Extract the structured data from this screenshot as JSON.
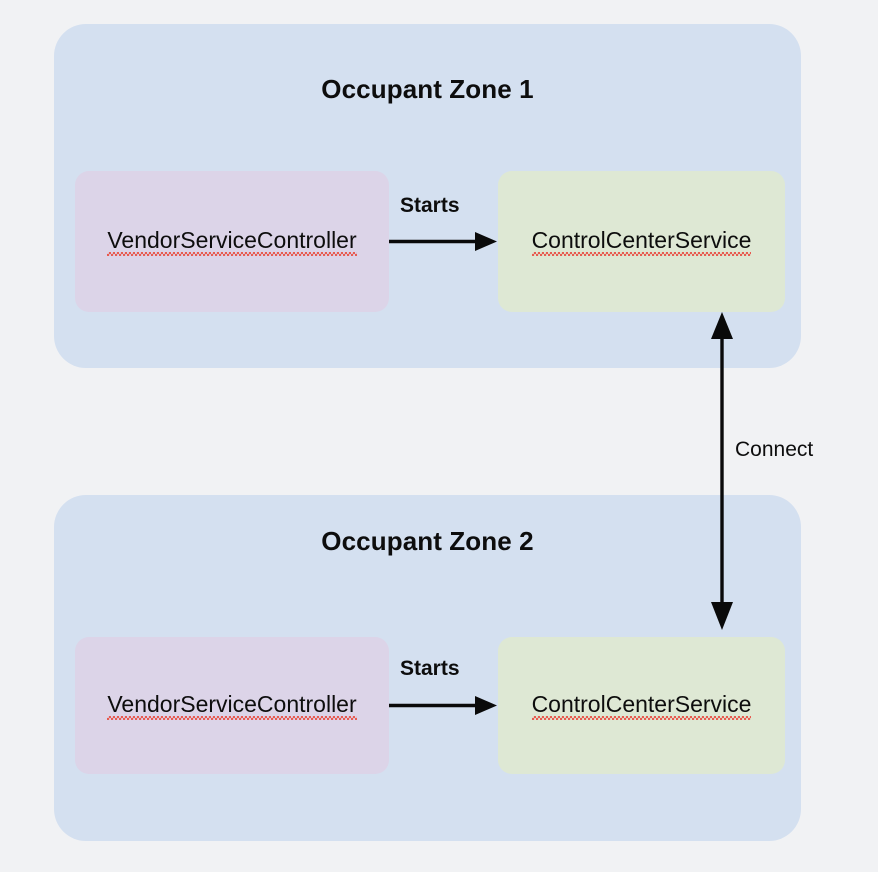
{
  "diagram": {
    "title_present": false,
    "background_color": "#f1f2f4",
    "zones": [
      {
        "name": "zone-1",
        "title": "Occupant Zone 1",
        "fill": "#d4e0f0",
        "nodes": [
          {
            "id": "vendor-service-controller-1",
            "label": "VendorServiceController",
            "fill": "#dcd4e8",
            "spellcheck_underline": true
          },
          {
            "id": "control-center-service-1",
            "label": "ControlCenterService",
            "fill": "#dee8d4",
            "spellcheck_underline": true
          }
        ],
        "edge_label": "Starts"
      },
      {
        "name": "zone-2",
        "title": "Occupant Zone 2",
        "fill": "#d4e0f0",
        "nodes": [
          {
            "id": "vendor-service-controller-2",
            "label": "VendorServiceController",
            "fill": "#dcd4e8",
            "spellcheck_underline": true
          },
          {
            "id": "control-center-service-2",
            "label": "ControlCenterService",
            "fill": "#dee8d4",
            "spellcheck_underline": true
          }
        ],
        "edge_label": "Starts"
      }
    ],
    "cross_zone_edge": {
      "label": "Connect",
      "direction": "bidirectional",
      "from": "control-center-service-1",
      "to": "control-center-service-2",
      "stroke": "#0a0a0a"
    }
  }
}
